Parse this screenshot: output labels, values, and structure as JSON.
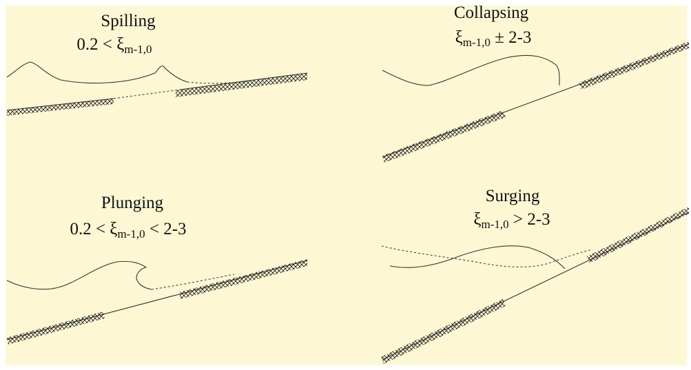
{
  "panels": {
    "spilling": {
      "title": "Spilling",
      "formula_prefix": "0.2 < ξ",
      "formula_sub": "m-1,0",
      "formula_suffix": ""
    },
    "collapsing": {
      "title": "Collapsing",
      "formula_prefix": "ξ",
      "formula_sub": "m-1,0",
      "formula_suffix": " ± 2-3"
    },
    "plunging": {
      "title": "Plunging",
      "formula_prefix": "0.2 < ξ",
      "formula_sub": "m-1,0",
      "formula_suffix": " < 2-3"
    },
    "surging": {
      "title": "Surging",
      "formula_prefix": "ξ",
      "formula_sub": "m-1,0",
      "formula_suffix": " > 2-3"
    }
  }
}
